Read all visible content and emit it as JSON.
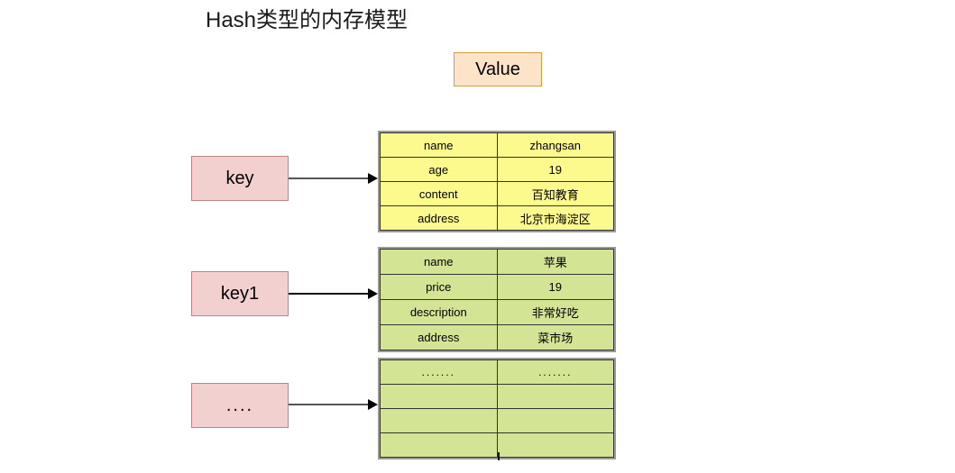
{
  "title": "Hash类型的内存模型",
  "legend": {
    "value_label": "Value",
    "value_bg": "#fde4c8",
    "value_border": "#d79b3f"
  },
  "colors": {
    "key_bg": "#f2d0cf",
    "key_border": "#c08383",
    "table1_bg": "#fcfa8c",
    "table2_bg": "#d3e495",
    "table3_bg": "#d3e495",
    "arrow": "#555555",
    "arrow_head": "#000000",
    "table_border": "#9a9a9a",
    "cell_border": "#333333"
  },
  "entries": [
    {
      "key_label": "key",
      "rows": [
        {
          "field": "name",
          "value": "zhangsan"
        },
        {
          "field": "age",
          "value": "19"
        },
        {
          "field": "content",
          "value": "百知教育"
        },
        {
          "field": "address",
          "value": "北京市海淀区"
        }
      ]
    },
    {
      "key_label": "key1",
      "rows": [
        {
          "field": "name",
          "value": "苹果"
        },
        {
          "field": "price",
          "value": "19"
        },
        {
          "field": "description",
          "value": "非常好吃"
        },
        {
          "field": "address",
          "value": "菜市场"
        }
      ]
    },
    {
      "key_label": "....",
      "rows": [
        {
          "field": ".......",
          "value": "......."
        },
        {
          "field": "",
          "value": ""
        },
        {
          "field": "",
          "value": ""
        },
        {
          "field": "",
          "value": ""
        }
      ]
    }
  ]
}
